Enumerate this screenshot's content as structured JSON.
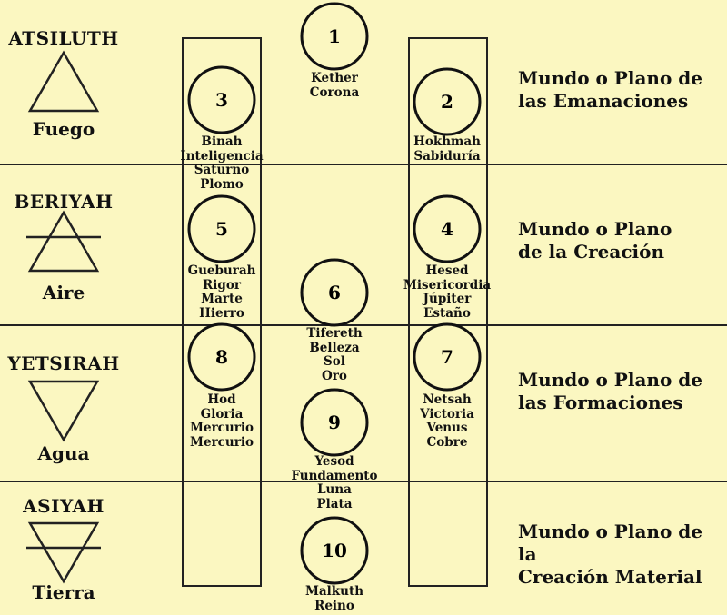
{
  "worlds": [
    {
      "name": "ATSILUTH",
      "element": "Fuego",
      "symbol": "fire-triangle-icon",
      "plane": "Mundo o Plano de\nlas Emanaciones"
    },
    {
      "name": "BERIYAH",
      "element": "Aire",
      "symbol": "air-triangle-icon",
      "plane": "Mundo o Plano\nde la Creación"
    },
    {
      "name": "YETSIRAH",
      "element": "Agua",
      "symbol": "water-triangle-icon",
      "plane": "Mundo o Plano de\nlas Formaciones"
    },
    {
      "name": "ASIYAH",
      "element": "Tierra",
      "symbol": "earth-triangle-icon",
      "plane": "Mundo o Plano de la\nCreación Material"
    }
  ],
  "sephiroth": [
    {
      "number": "1",
      "lines": [
        "Kether",
        "Corona"
      ]
    },
    {
      "number": "2",
      "lines": [
        "Hokhmah",
        "Sabiduría"
      ]
    },
    {
      "number": "3",
      "lines": [
        "Binah",
        "Inteligencia",
        "Saturno",
        "Plomo"
      ]
    },
    {
      "number": "4",
      "lines": [
        "Hesed",
        "Misericordia",
        "Júpiter",
        "Estaño"
      ]
    },
    {
      "number": "5",
      "lines": [
        "Gueburah",
        "Rigor",
        "Marte",
        "Hierro"
      ]
    },
    {
      "number": "6",
      "lines": [
        "Tifereth",
        "Belleza",
        "Sol",
        "Oro"
      ]
    },
    {
      "number": "7",
      "lines": [
        "Netsah",
        "Victoria",
        "Venus",
        "Cobre"
      ]
    },
    {
      "number": "8",
      "lines": [
        "Hod",
        "Gloria",
        "Mercurio",
        "Mercurio"
      ]
    },
    {
      "number": "9",
      "lines": [
        "Yesod",
        "Fundamento",
        "Luna",
        "Plata"
      ]
    },
    {
      "number": "10",
      "lines": [
        "Malkuth",
        "Reino"
      ]
    }
  ]
}
